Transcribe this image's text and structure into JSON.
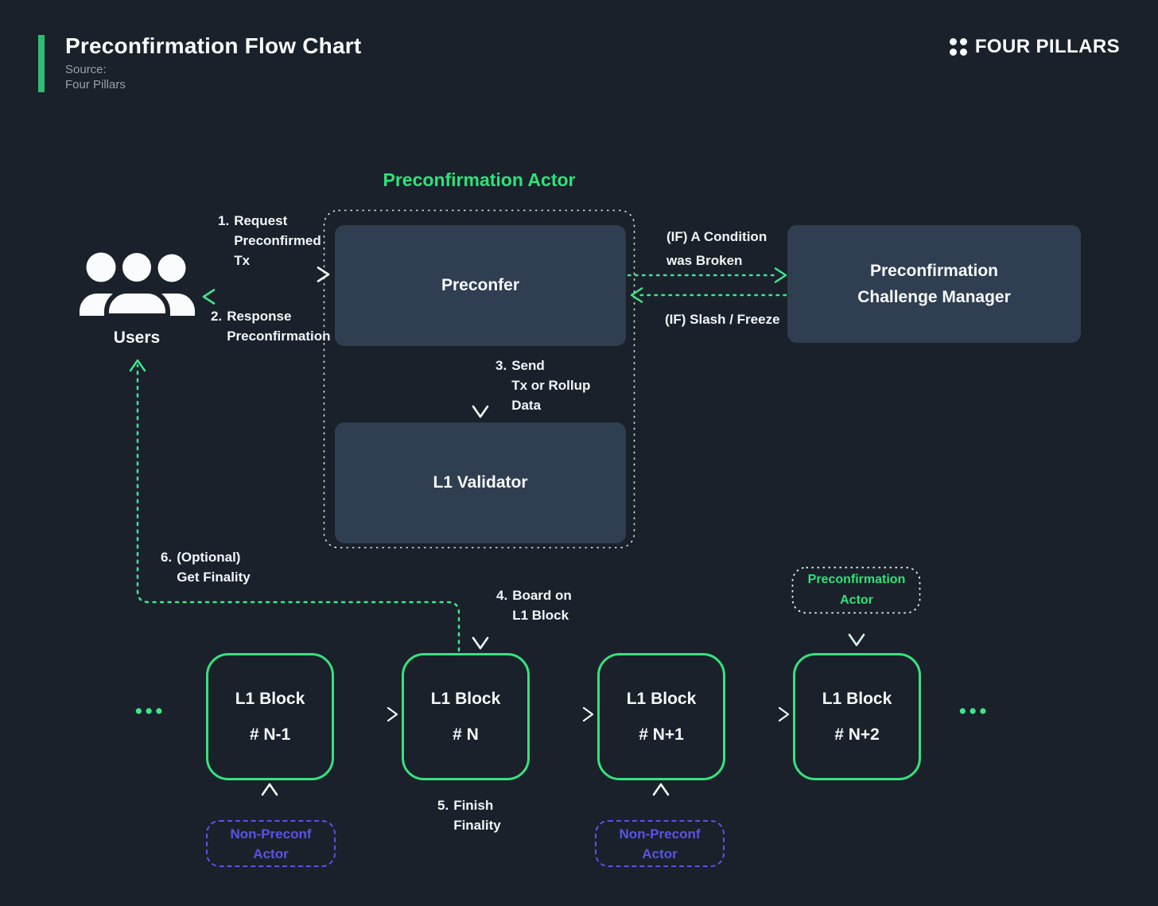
{
  "header": {
    "title": "Preconfirmation Flow Chart",
    "source_label": "Source:",
    "source_value": "Four Pillars",
    "brand": "FOUR PILLARS"
  },
  "icons": {
    "brand": "four-dots-icon",
    "users": "users-icon",
    "ellipsis": "ellipsis-dots-icon"
  },
  "colors": {
    "background": "#1A212B",
    "panel": "#2F3E50",
    "green_bright": "#3FE68C",
    "green_title": "#2BE47A",
    "block_border": "#36E27E",
    "purple": "#5854E6",
    "gray_text": "#96A0AB"
  },
  "actor_group": {
    "title": "Preconfirmation Actor",
    "preconfer": "Preconfer",
    "l1_validator": "L1 Validator"
  },
  "users": {
    "label": "Users"
  },
  "challenge_manager": {
    "line1": "Preconfirmation",
    "line2": "Challenge Manager"
  },
  "steps": {
    "s1": {
      "num": "1.",
      "lines": [
        "Request",
        "Preconfirmed",
        "Tx"
      ]
    },
    "s2": {
      "num": "2.",
      "lines": [
        "Response",
        "Preconfirmation"
      ]
    },
    "s3": {
      "num": "3.",
      "lines": [
        "Send",
        "Tx or Rollup",
        "Data"
      ]
    },
    "s4": {
      "num": "4.",
      "lines": [
        "Board on",
        "L1 Block"
      ]
    },
    "s5": {
      "num": "5.",
      "lines": [
        "Finish",
        "Finality"
      ]
    },
    "s6": {
      "num": "6.",
      "lines": [
        "(Optional)",
        "Get Finality"
      ]
    }
  },
  "conditions": {
    "broken_line1": "(IF) A Condition",
    "broken_line2": "was Broken",
    "slash": "(IF) Slash / Freeze"
  },
  "blocks": [
    {
      "line1": "L1 Block",
      "line2": "# N-1"
    },
    {
      "line1": "L1 Block",
      "line2": "# N"
    },
    {
      "line1": "L1 Block",
      "line2": "# N+1"
    },
    {
      "line1": "L1 Block",
      "line2": "# N+2"
    }
  ],
  "mini_actor": {
    "line1": "Preconfirmation",
    "line2": "Actor"
  },
  "non_preconf": {
    "line1": "Non-Preconf",
    "line2": "Actor"
  },
  "ellipsis": "•••"
}
